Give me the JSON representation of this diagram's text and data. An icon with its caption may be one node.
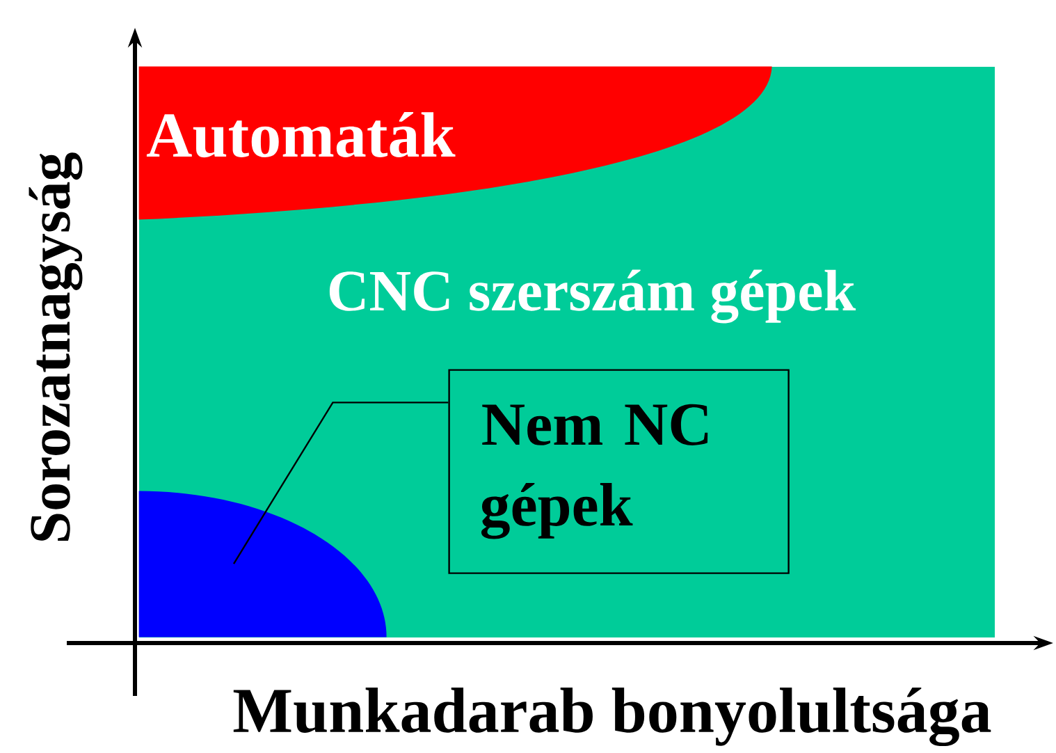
{
  "diagram": {
    "nodes": [
      {
        "text": [
          "CNC szerszám gépek"
        ]
      },
      {
        "text": [
          "Automaták"
        ],
        "in": 0
      },
      {
        "text": [],
        "shape": "circle",
        "in": 0
      },
      {
        "text": [
          "Nem NC gépek"
        ],
        "in": 0
      }
    ],
    "edges": [
      {
        "from": 3,
        "to": 2,
        "arrow": "none"
      }
    ],
    "labels": [
      "Sorozatnagyság",
      "Munkadarab bonyolultsága"
    ]
  }
}
